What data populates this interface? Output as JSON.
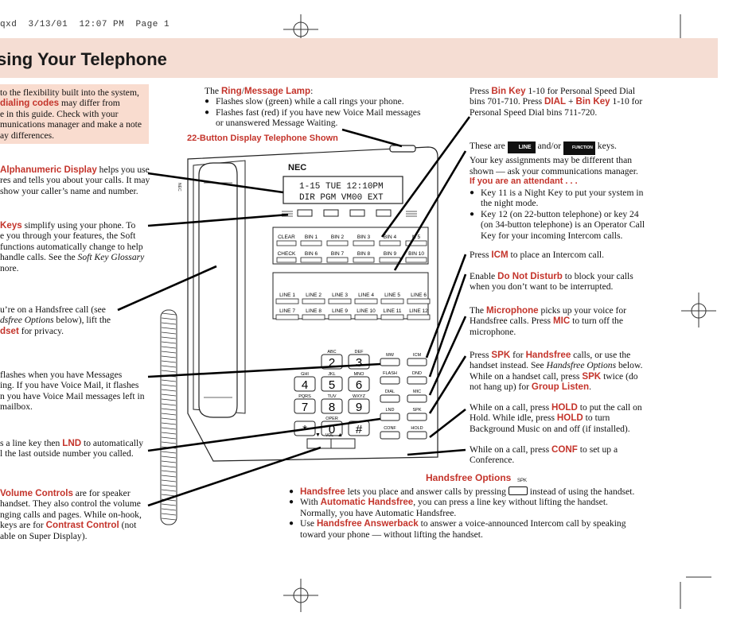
{
  "header": {
    "file": "qxd",
    "date": "3/13/01",
    "time": "12:07 PM",
    "page": "Page 1",
    "title": "sing Your Telephone"
  },
  "left_col": {
    "intro": [
      "to the flexibility built into the system,",
      " may differ from",
      "e in this guide. Check with your",
      "munications manager and make a note",
      "ay differences."
    ],
    "intro_red": "dialing codes",
    "display_red": "Alphanumeric Display",
    "display": [
      " helps you use",
      "res and tells you about your calls. It may",
      "show your caller’s name and number."
    ],
    "softkeys_red": "Keys",
    "softkeys": [
      " simplify using your phone. To",
      "e you through your features, the Soft",
      "functions automatically change to help",
      "handle calls. See the ",
      "nore."
    ],
    "softkeys_it": "Soft Key Glossary",
    "handsfree": [
      "u’re on a Handsfree call (see",
      " below), lift the",
      " for privacy."
    ],
    "handsfree_it": "dsfree Options",
    "handsfree_red": "dset",
    "msg": [
      "flashes when you have Messages",
      "ing. If you have Voice Mail, it flashes",
      "n you have Voice Mail messages left in",
      "mailbox."
    ],
    "lnd": [
      "s a line key then ",
      " to automatically",
      "l the last outside number you called."
    ],
    "lnd_red": "LND",
    "vol_red": "Volume Controls",
    "vol": [
      " are for speaker",
      "handset. They also control the volume",
      "nging calls and pages. While on-hook,",
      " keys are for ",
      " (not",
      "able on Super Display)."
    ],
    "contrast_red": "Contrast Control"
  },
  "center": {
    "ring_pre": "The ",
    "ring_red1": "Ring",
    "ring_slash": "/",
    "ring_red2": "Message Lamp",
    "ring_colon": ":",
    "ring_items": [
      "Flashes slow (green) while a call rings your phone.",
      "Flashes fast (red) if you have new Voice Mail messages",
      "or unanswered Message Waiting."
    ],
    "caption": "22-Button Display Telephone Shown"
  },
  "phone": {
    "brand": "NEC",
    "display_line1": "1-15 TUE 12:10PM",
    "display_line2": "DIR  PGM  VM00 EXT",
    "side_label": "NEC",
    "left_keys": [
      "CLEAR",
      "CHECK"
    ],
    "bin_row1": [
      "BIN 1",
      "BIN 2",
      "BIN 3",
      "BIN 4",
      "N 5"
    ],
    "bin_row2": [
      "BIN 6",
      "BIN 7",
      "BIN 8",
      "BIN 9",
      "BIN 10"
    ],
    "line_row1": [
      "LINE 1",
      "LINE 2",
      "LINE 3",
      "LINE 4",
      "LINE 5",
      "LINE 6"
    ],
    "line_row2": [
      "LINE 7",
      "LINE 8",
      "LINE 9",
      "LINE 10",
      "LINE 11",
      "LINE 12"
    ],
    "dial": [
      {
        "d": "2",
        "l": "ABC"
      },
      {
        "d": "3",
        "l": "DEF"
      },
      {
        "d": "4",
        "l": "GHI"
      },
      {
        "d": "5",
        "l": "JKL"
      },
      {
        "d": "6",
        "l": "MNO"
      },
      {
        "d": "7",
        "l": "PQRS"
      },
      {
        "d": "8",
        "l": "TUV"
      },
      {
        "d": "9",
        "l": "WXYZ"
      },
      {
        "d": "*",
        "l": ""
      },
      {
        "d": "0",
        "l": "OPER"
      },
      {
        "d": "#",
        "l": ""
      }
    ],
    "func_left": [
      "MW",
      "FLASH",
      "DIAL",
      "LND",
      "CONF"
    ],
    "func_right": [
      "ICM",
      "DND",
      "MIC",
      "SPK",
      "HOLD"
    ],
    "vol_label": "VOL",
    "vol_down": "▼",
    "vol_up": "▲"
  },
  "right_col": {
    "bin_pre": "Press ",
    "bin_red": "Bin Key",
    "bin_mid": " 1-10 for Personal Speed Dial",
    "bin_line2_pre": "bins 701-710. Press ",
    "bin_red2": "DIAL",
    "bin_plus": " + ",
    "bin_red3": "Bin Key",
    "bin_line2_post": " 1-10 for",
    "bin_line3": "Personal Speed Dial bins 711-720.",
    "keys_pre": "These are",
    "key_line": "LINE",
    "keys_mid": "and/or",
    "key_function": "FUNCTION",
    "keys_post": "keys.",
    "keys_line2": "Your key assignments may be different than",
    "keys_line3": "shown — ask your communications manager.",
    "attendant_head": "If you are an attendant . . .",
    "attendant_items": [
      "Key 11 is a Night Key to put your system in",
      "the night mode.",
      "Key 12 (on 22-button telephone) or key 24",
      "(on 34-button telephone) is an Operator Call",
      "Key for your incoming Intercom calls."
    ],
    "icm_pre": "Press ",
    "icm_red": "ICM",
    "icm_post": " to place an Intercom call.",
    "dnd_pre": "Enable ",
    "dnd_red": "Do Not Disturb",
    "dnd_post": " to block your calls",
    "dnd_line2": "when you don’t want to be interrupted.",
    "mic_pre": "The ",
    "mic_red": "Microphone",
    "mic_post": " picks up your voice for",
    "mic_line2_pre": "Handsfree calls. Press ",
    "mic_red2": "MIC",
    "mic_line2_post": " to turn off the",
    "mic_line3": "microphone.",
    "spk_pre": "Press ",
    "spk_red": "SPK",
    "spk_mid": " for ",
    "spk_red2": "Handsfree",
    "spk_post": " calls, or use the",
    "spk_line2_pre": "handset instead. See ",
    "spk_it": "Handsfree Options",
    "spk_line2_post": " below.",
    "spk_line3_pre": "While on a handset call, press ",
    "spk_red3": "SPK",
    "spk_line3_post": " twice (do",
    "spk_line4_pre": "not hang up) for ",
    "spk_red4": "Group Listen",
    "spk_line4_post": ".",
    "hold_pre": "While on a call, press ",
    "hold_red": "HOLD",
    "hold_post": " to put the call on",
    "hold_line2_pre": "Hold. While idle, press ",
    "hold_red2": "HOLD",
    "hold_line2_post": " to turn",
    "hold_line3": "Background Music on and off (if installed).",
    "conf_pre": "While on a call, press ",
    "conf_red": "CONF",
    "conf_post": " to set up a",
    "conf_line2": "Conference."
  },
  "handsfree_opts": {
    "head": "Handsfree Options",
    "spk_tag": "SPK",
    "i1_red": "Handsfree",
    "i1_pre": " lets you place and answer calls by pressing",
    "i1_post": "instead of using the handset.",
    "i2_pre": "With ",
    "i2_red": "Automatic Handsfree",
    "i2_post": ", you can press a line key without lifting the handset.",
    "i2_line2": "Normally, you have Automatic Handsfree.",
    "i3_pre": "Use ",
    "i3_red": "Handsfree Answerback",
    "i3_post": " to answer a voice-announced Intercom call by speaking",
    "i3_line2": "toward your phone — without lifting the handset."
  },
  "colors": {
    "accent": "#c4342b",
    "band": "#f5ddd3",
    "note_box": "#f9dccf"
  }
}
